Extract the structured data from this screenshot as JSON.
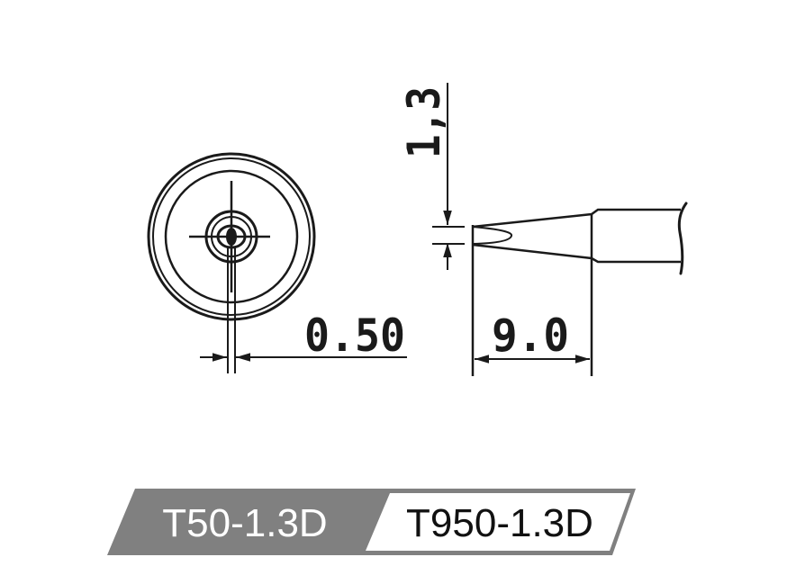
{
  "drawing": {
    "front_view": {
      "dimension_label": "0.50"
    },
    "side_view": {
      "tip_width_label": "1,3",
      "length_label": "9.0"
    }
  },
  "model_labels": {
    "primary": "T50-1.3D",
    "secondary": "T950-1.3D",
    "primary_bg": "#808080",
    "primary_text_color": "#ffffff",
    "secondary_bg": "#ffffff",
    "secondary_text_color": "#111111",
    "border_color": "#808080"
  }
}
